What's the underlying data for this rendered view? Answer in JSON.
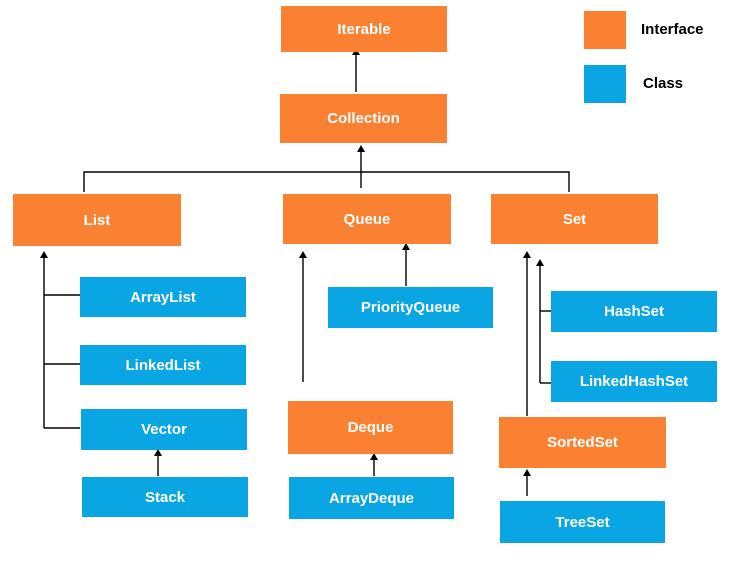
{
  "colors": {
    "interface": "#fb8132",
    "class": "#0aa6e3",
    "line": "#000000"
  },
  "legend": {
    "interface_label": "Interface",
    "class_label": "Class"
  },
  "nodes": {
    "iterable": "Iterable",
    "collection": "Collection",
    "list": "List",
    "queue": "Queue",
    "set": "Set",
    "arraylist": "ArrayList",
    "linkedlist": "LinkedList",
    "vector": "Vector",
    "stack": "Stack",
    "priorityqueue": "PriorityQueue",
    "deque": "Deque",
    "arraydeque": "ArrayDeque",
    "hashset": "HashSet",
    "linkedhashset": "LinkedHashSet",
    "sortedset": "SortedSet",
    "treeset": "TreeSet"
  },
  "edges": [
    {
      "from": "Collection",
      "to": "Iterable"
    },
    {
      "from": "List",
      "to": "Collection"
    },
    {
      "from": "Queue",
      "to": "Collection"
    },
    {
      "from": "Set",
      "to": "Collection"
    },
    {
      "from": "ArrayList",
      "to": "List"
    },
    {
      "from": "LinkedList",
      "to": "List"
    },
    {
      "from": "Vector",
      "to": "List"
    },
    {
      "from": "Stack",
      "to": "Vector"
    },
    {
      "from": "PriorityQueue",
      "to": "Queue"
    },
    {
      "from": "Deque",
      "to": "Queue"
    },
    {
      "from": "ArrayDeque",
      "to": "Deque"
    },
    {
      "from": "HashSet",
      "to": "Set"
    },
    {
      "from": "LinkedHashSet",
      "to": "Set"
    },
    {
      "from": "SortedSet",
      "to": "Set"
    },
    {
      "from": "TreeSet",
      "to": "SortedSet"
    }
  ]
}
